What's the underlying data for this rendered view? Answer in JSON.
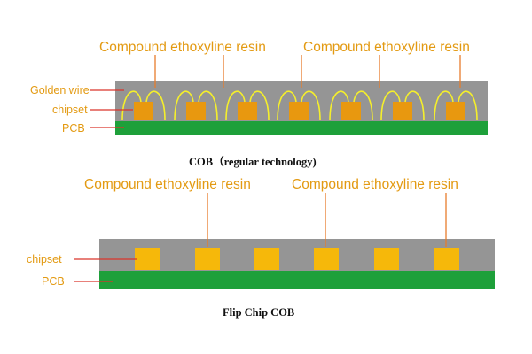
{
  "top_diagram": {
    "resin_labels": [
      "Compound ethoxyline resin",
      "Compound ethoxyline resin"
    ],
    "wire_label": "Golden wire",
    "chip_label": "chipset",
    "pcb_label": "PCB",
    "caption": "COB（regular technology)"
  },
  "bottom_diagram": {
    "resin_labels": [
      "Compound ethoxyline resin",
      "Compound ethoxyline resin"
    ],
    "chip_label": "chipset",
    "pcb_label": "PCB",
    "caption": "Flip Chip COB"
  },
  "colors": {
    "label_text": "#e39a12",
    "resin": "#959595",
    "pcb": "#1ea03a",
    "chip_regular": "#e8980f",
    "chip_flip": "#f6b80a",
    "golden_wire": "#f5ef2b",
    "leader_line": "#e87d2c"
  }
}
